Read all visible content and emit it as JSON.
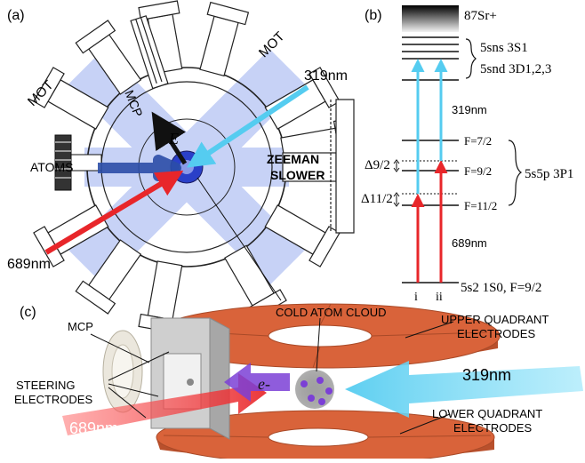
{
  "panel_a": {
    "label": "(a)",
    "mot_left": "MOT",
    "mot_right": "MOT",
    "mcp": "MCP",
    "e_field": "E",
    "atoms": "ATOMS",
    "zeeman_line1": "ZEEMAN",
    "zeeman_line2": "SLOWER",
    "beam_319": "319nm",
    "beam_689": "689nm"
  },
  "panel_b": {
    "label": "(b)",
    "ion_level": "87Sr+",
    "rydberg_s": "5sns 3S1",
    "rydberg_d": "5snd 3D1,2,3",
    "wl_319": "319nm",
    "wl_689": "689nm",
    "f72": "F=7/2",
    "f92": "F=9/2",
    "f112": "F=11/2",
    "delta_92": "Δ9/2",
    "delta_112": "Δ11/2",
    "p_state": "5s5p 3P1",
    "ground": "5s2 1S0, F=9/2",
    "path_i": "i",
    "path_ii": "ii"
  },
  "panel_c": {
    "label": "(c)",
    "mcp": "MCP",
    "cold_cloud": "COLD ATOM CLOUD",
    "upper_line1": "UPPER QUADRANT",
    "upper_line2": "ELECTRODES",
    "steering_line1": "STEERING",
    "steering_line2": "ELECTRODES",
    "electron": "e-",
    "beam_319": "319nm",
    "beam_689": "689nm",
    "lower_line1": "LOWER QUADRANT",
    "lower_line2": "ELECTRODES"
  },
  "colors": {
    "blue_beam": "#55ccf0",
    "red_beam": "#e8262a",
    "mot_beam": "#9aaef0",
    "electrode": "#d9633a",
    "electron_purple": "#7b3fd6"
  }
}
